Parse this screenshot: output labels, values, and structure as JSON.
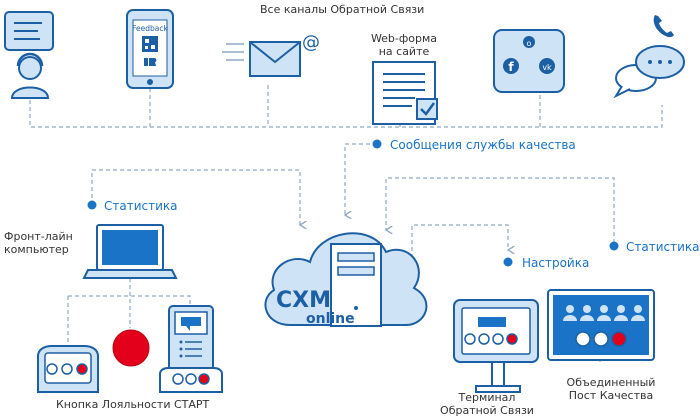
{
  "labels": {
    "channels_title": "Все каналы Обратной Связи",
    "webform_line1": "Web-форма",
    "webform_line2": "на сайте",
    "feedback": "Feedback",
    "quality_messages": "Сообщения службы качества",
    "stats_left": "Статистика",
    "front_line1": "Фронт-лайн",
    "front_line2": "компьютер",
    "cxm": "CXM",
    "online": "online",
    "setup": "Настройка",
    "stats_right": "Статистика",
    "terminal_line1": "Терминал",
    "terminal_line2": "Обратной Связи",
    "post_line1": "Объединенный",
    "post_line2": "Пост Качества",
    "loyalty_button": "Кнопка Лояльности СТАРТ"
  },
  "colors": {
    "primary": "#1d5fa5",
    "accent_blue": "#1a73c6",
    "light_blue": "#cfe3f6",
    "red": "#e3001b",
    "connector": "#8fa9c4",
    "text": "#333333"
  },
  "icons": [
    "operator-headset-icon",
    "qr-feedback-phone-icon",
    "email-icon",
    "webform-checklist-icon",
    "social-networks-icon",
    "chat-phone-icon",
    "cloud-server-icon",
    "laptop-icon",
    "loyalty-button-icon",
    "feedback-terminal-icon",
    "quality-post-icon"
  ]
}
